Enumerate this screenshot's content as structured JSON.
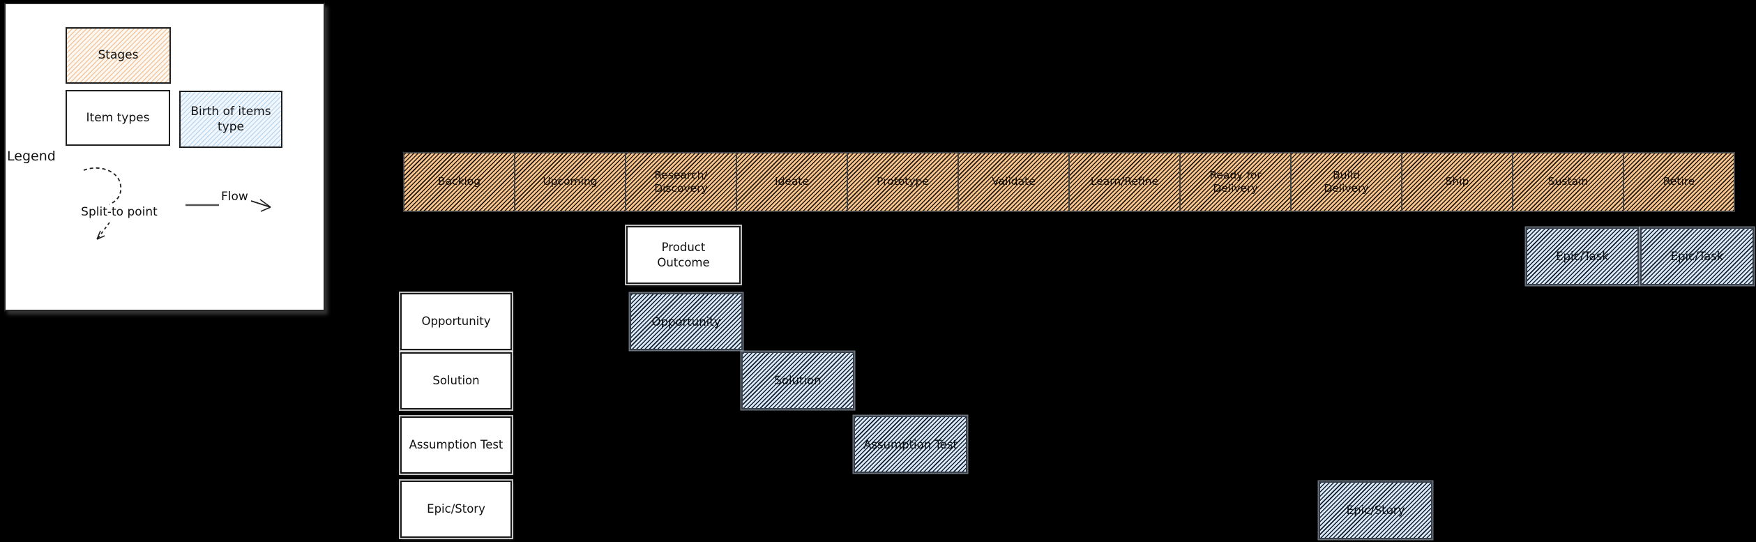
{
  "legend": {
    "title": "Legend",
    "stages_label": "Stages",
    "item_types_label": "Item types",
    "birth_label": "Birth of items type",
    "split_label": "Split-to point",
    "flow_label": "Flow"
  },
  "stages": [
    "Backlog",
    "Upcoming",
    "Research/\nDiscovery",
    "Ideate",
    "Prototype",
    "Validate",
    "Learn/Refine",
    "Ready for\nDelivery",
    "Build\nDelivery",
    "Ship",
    "Sustain",
    "Retire"
  ],
  "item_type_labels": [
    "Opportunity",
    "Solution",
    "Assumption Test",
    "Epic/Story"
  ],
  "boxes": {
    "product_outcome": "Product\nOutcome",
    "opportunity": "Opportunity",
    "solution": "Solution",
    "assumption_test": "Assumption Test",
    "epic_story": "Epic/Story",
    "epic_task_1": "Epic/Task",
    "epic_task_2": "Epic/Task"
  },
  "colors": {
    "canvas_bg": "#000000",
    "stage_fill": "#f9c58f",
    "stage_hatch": "#140d05",
    "birth_fill": "#d7e9fb",
    "birth_hatch": "#0a0f16",
    "legend_stage_hachure": "#f2c79f",
    "legend_birth_hachure": "#bdd8f0",
    "stroke": "#1e1e1e",
    "panel_bg": "#ffffff"
  }
}
